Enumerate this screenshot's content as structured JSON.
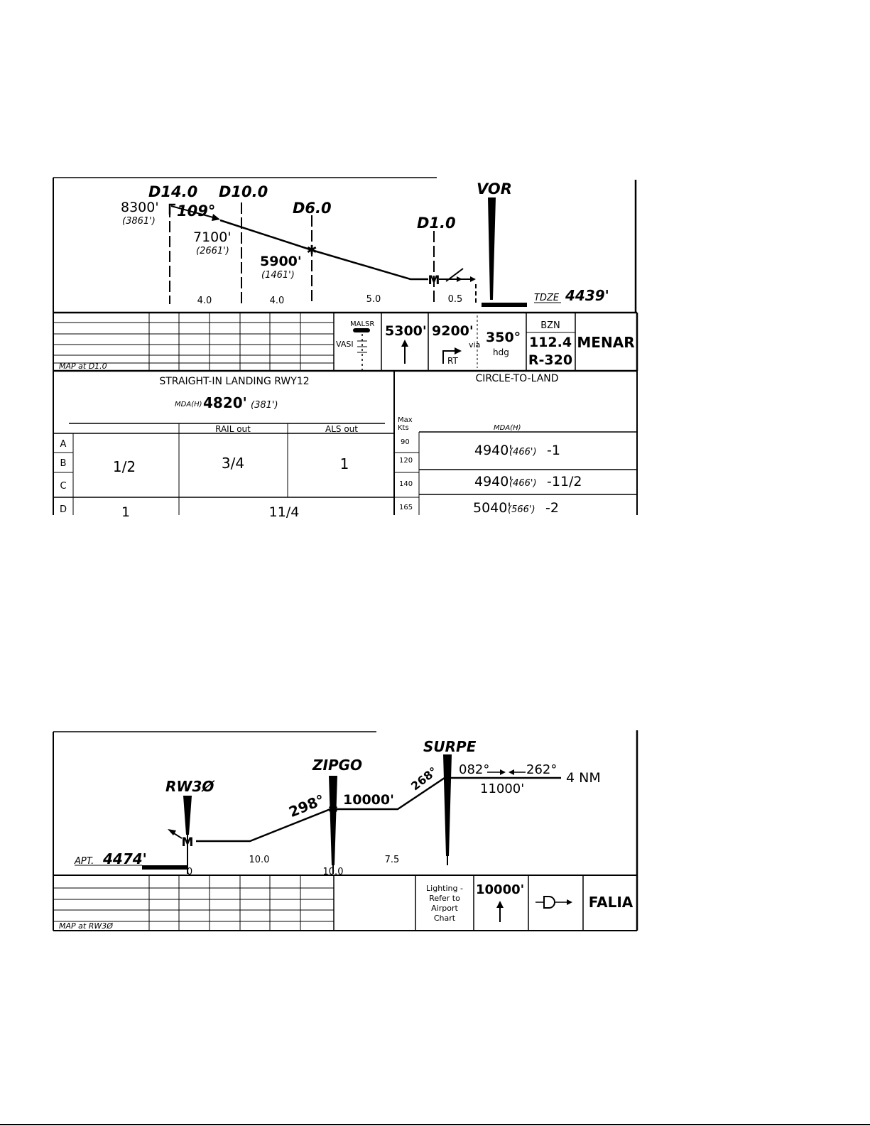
{
  "chart1": {
    "fixes": {
      "d14": "D14.0",
      "d10": "D10.0",
      "d6": "D6.0",
      "d1": "D1.0",
      "vor": "VOR"
    },
    "altitudes": {
      "a8300": "8300'",
      "a8300h": "(3861')",
      "a7100": "7100'",
      "a7100h": "(2661')",
      "a5900": "5900'",
      "a5900h": "(1461')"
    },
    "course": "109°",
    "distances": [
      "4.0",
      "4.0",
      "5.0",
      "0.5"
    ],
    "tdze_label": "TDZE",
    "tdze_value": "4439'",
    "map_label": "MAP at D1.0",
    "malsr": "MALSR",
    "vasi": "VASI",
    "alt_5300": "5300'",
    "alt_9200": "9200'",
    "rt": "RT",
    "via": "via",
    "hdg_350": "350°",
    "hdg": "hdg",
    "nav_id": "BZN",
    "nav_freq": "112.4",
    "nav_radial": "R-320",
    "fix_menar": "MENAR",
    "straight_in_title": "STRAIGHT-IN LANDING RWY12",
    "mda_label": "MDA(H)",
    "mda_value": "4820'",
    "mda_h": "(381')",
    "col_rail": "RAIL out",
    "col_als": "ALS out",
    "circle_title": "CIRCLE-TO-LAND",
    "max_label": "Max",
    "kts_label": "Kts",
    "circle_mda_label": "MDA(H)",
    "categories": [
      "A",
      "B",
      "C",
      "D"
    ],
    "vis_abc": [
      "1/2",
      "3/4",
      "1"
    ],
    "vis_d": [
      "1",
      "11/4"
    ],
    "speeds": [
      "90",
      "120",
      "140",
      "165"
    ],
    "circle_rows": [
      {
        "alt": "4940'",
        "h": "(466')",
        "vis": "-1"
      },
      {
        "alt": "4940'",
        "h": "(466')",
        "vis": "-11/2"
      },
      {
        "alt": "5040'",
        "h": "(566')",
        "vis": "-2"
      }
    ]
  },
  "chart2": {
    "fixes": {
      "rw30": "RW3Ø",
      "zipgo": "ZIPGO",
      "surpe": "SURPE"
    },
    "course_298": "298°",
    "course_268": "268°",
    "alt_10000": "10000'",
    "hold_out": "082°",
    "hold_in": "262°",
    "hold_alt": "11000'",
    "hold_len": "4 NM",
    "apt_label": "APT.",
    "apt_value": "4474'",
    "distances": [
      "10.0",
      "7.5"
    ],
    "marks": [
      "0",
      "10.0"
    ],
    "lighting": [
      "Lighting -",
      "Refer to",
      "Airport",
      "Chart"
    ],
    "alt_box": "10000'",
    "fix_falia": "FALIA",
    "map_label": "MAP at RW3Ø"
  }
}
